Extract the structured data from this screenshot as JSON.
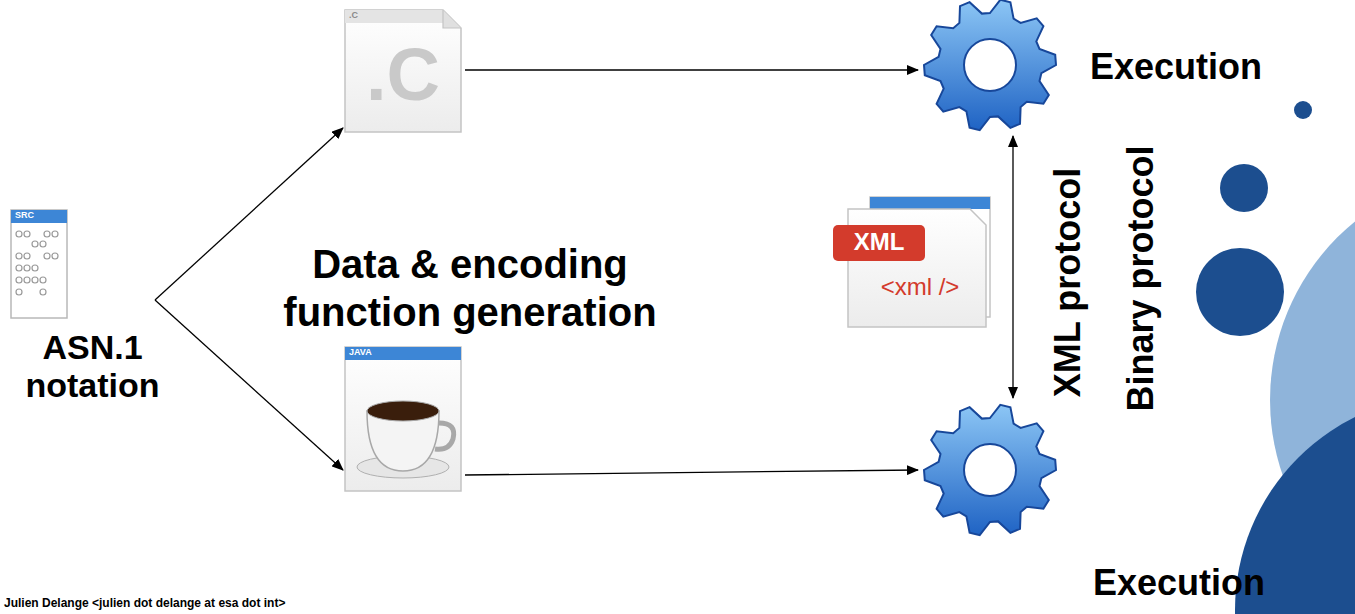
{
  "diagram": {
    "nodes": [
      {
        "text": [
          "SRC",
          "ASN.1 notation"
        ]
      },
      {
        "text": [
          ".C",
          ".C"
        ]
      },
      {
        "text": [
          "JAVA"
        ]
      },
      {
        "text": [
          "Execution"
        ]
      },
      {
        "text": [
          "Execution"
        ]
      },
      {
        "text": [
          "XML",
          "<xml />"
        ]
      }
    ],
    "edges": [
      {
        "from": 0,
        "to": 1,
        "arrow": "to"
      },
      {
        "from": 0,
        "to": 2,
        "arrow": "to"
      },
      {
        "from": 1,
        "to": 3,
        "arrow": "to"
      },
      {
        "from": 2,
        "to": 4,
        "arrow": "to"
      },
      {
        "from": 3,
        "to": 4,
        "arrow": "both"
      }
    ],
    "labels": [
      "Data & encoding function generation",
      "XML protocol",
      "Binary protocol",
      "Julien Delange <julien dot delange at esa dot int>"
    ]
  }
}
